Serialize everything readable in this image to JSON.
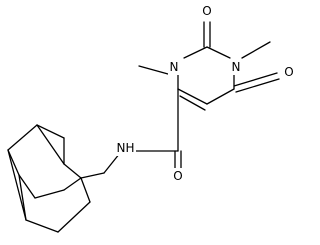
{
  "colors": {
    "background": "#ffffff",
    "ink": "#000000"
  },
  "atoms": {
    "o_top": "O",
    "n_right": "N",
    "n_left": "N",
    "o_right": "O",
    "nh_amide": "N",
    "nh_h": "H",
    "o_amide": "O"
  }
}
